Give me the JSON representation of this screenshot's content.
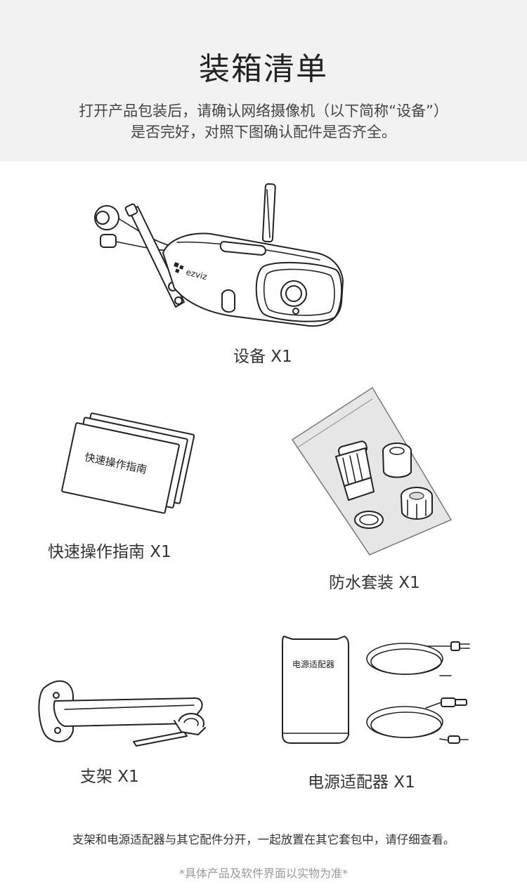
{
  "header": {
    "title": "装箱清单",
    "intro_line1": "打开产品包装后，请确认网络摄像机（以下简称“设备”）",
    "intro_line2": "是否完好，对照下图确认配件是否齐全。"
  },
  "items": {
    "device": {
      "caption": "设备  X1",
      "brand": "ezviz"
    },
    "guide": {
      "caption": "快速操作指南  X1",
      "cover_text": "快速操作指南"
    },
    "waterproof": {
      "caption": "防水套装  X1"
    },
    "bracket": {
      "caption": "支架  X1"
    },
    "adapter": {
      "caption": "电源适配器  X1",
      "label_text": "电源适配器"
    }
  },
  "footer": {
    "note": "支架和电源适配器与其它配件分开，一起放置在其它套包中，请仔细查看。",
    "disclaimer": "*具体产品及软件界面以实物为准*"
  }
}
